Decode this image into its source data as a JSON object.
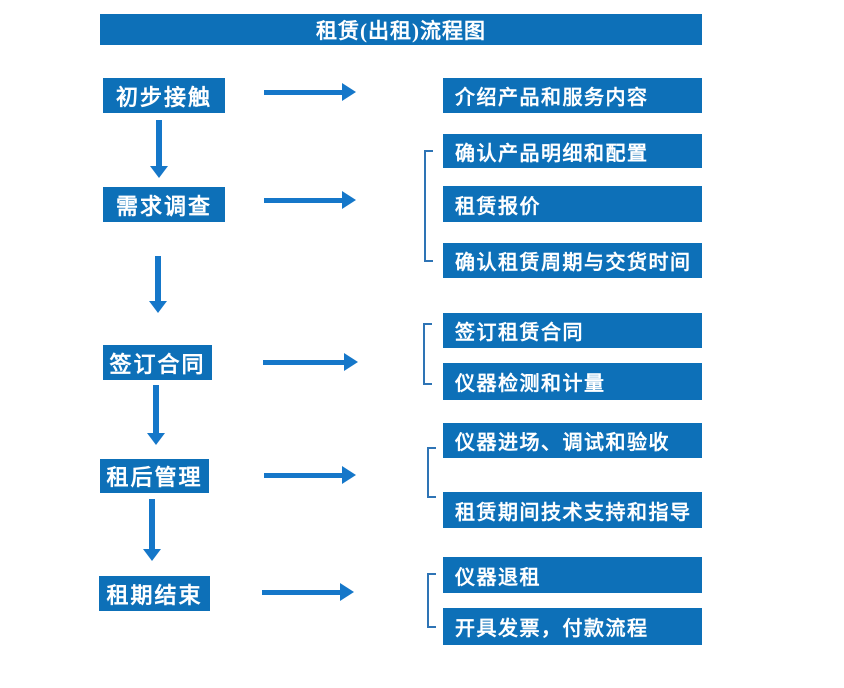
{
  "title": "租赁(出租)流程图",
  "colors": {
    "box_blue": "#0d70b8",
    "arrow_blue": "#1577c9",
    "bracket_blue": "#2e74b5",
    "text_white": "#ffffff",
    "background": "#ffffff"
  },
  "steps": [
    {
      "label": "初步接触",
      "outputs": [
        "介绍产品和服务内容"
      ]
    },
    {
      "label": "需求调查",
      "outputs": [
        "确认产品明细和配置",
        "租赁报价",
        "确认租赁周期与交货时间"
      ]
    },
    {
      "label": "签订合同",
      "outputs": [
        "签订租赁合同",
        "仪器检测和计量"
      ]
    },
    {
      "label": "租后管理",
      "outputs": [
        "仪器进场、调试和验收",
        "租赁期间技术支持和指导"
      ]
    },
    {
      "label": "租期结束",
      "outputs": [
        "仪器退租",
        "开具发票，付款流程"
      ]
    }
  ]
}
